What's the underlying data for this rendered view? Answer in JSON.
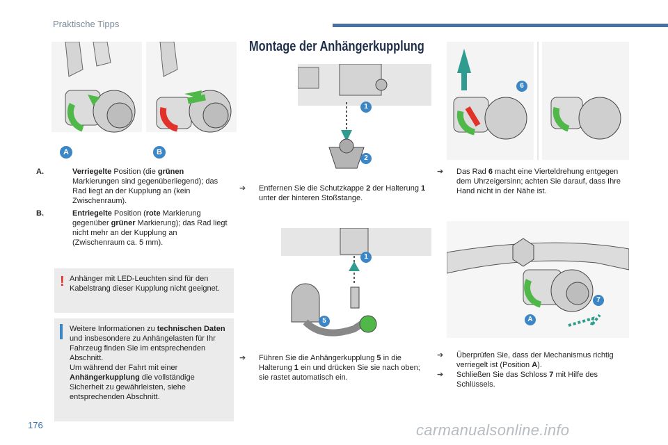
{
  "header": {
    "section": "Praktische Tipps"
  },
  "page_number": "176",
  "watermark": "carmanualsonline.info",
  "title": "Montage der Anhängerkupplung",
  "figures": {
    "A": "A",
    "B": "B",
    "n1": "1",
    "n2": "2",
    "n5": "5",
    "n6": "6",
    "n7": "7"
  },
  "legend": {
    "a_label": "A.",
    "a_bold": "Verriegelte",
    "a_text1": " Position (die ",
    "a_bold2": "grünen",
    "a_text2": " Markierungen sind gegenüberliegend); das Rad liegt an der Kupplung an (kein Zwischenraum).",
    "b_label": "B.",
    "b_bold": "Entriegelte",
    "b_text1": " Position (",
    "b_bold2": "rote",
    "b_text2": " Markierung gegenüber ",
    "b_bold3": "grüner",
    "b_text3": " Markierung); das Rad liegt nicht mehr an der Kupplung an (Zwischenraum ca. 5 mm)."
  },
  "warning": "Anhänger mit LED-Leuchten sind für den Kabelstrang dieser Kupplung nicht geeignet.",
  "info": {
    "t1": "Weitere Informationen zu ",
    "b1": "technischen Daten",
    "t2": " und insbesondere zu Anhängelasten für Ihr Fahrzeug finden Sie im entsprechenden Abschnitt.",
    "t3": "Um während der Fahrt mit einer ",
    "b2": "Anhängerkupplung",
    "t4": " die vollständige Sicherheit zu gewährleisten, siehe entsprechenden Abschnitt."
  },
  "steps": {
    "arrow": "",
    "s1_a": "Entfernen Sie die Schutzkappe ",
    "s1_b": "2",
    "s1_c": " der Halterung ",
    "s1_d": "1",
    "s1_e": " unter der hinteren Stoßstange.",
    "s2_a": "Führen Sie die Anhängerkupplung ",
    "s2_b": "5",
    "s2_c": " in die Halterung ",
    "s2_d": "1",
    "s2_e": " ein und drücken Sie sie nach oben; sie rastet automatisch ein.",
    "s3_a": "Das Rad ",
    "s3_b": "6",
    "s3_c": " macht eine Vierteldrehung entgegen dem Uhrzeigersinn; achten Sie darauf, dass Ihre Hand nicht in der Nähe ist.",
    "s4_a": "Überprüfen Sie, dass der Mechanismus richtig verriegelt ist (Position ",
    "s4_b": "A",
    "s4_c": ").",
    "s5_a": "Schließen Sie das Schloss ",
    "s5_b": "7",
    "s5_c": " mit Hilfe des Schlüssels."
  },
  "colors": {
    "accent": "#4a6fa5",
    "badge": "#3d86c6",
    "green": "#4fb848",
    "red": "#e0312a",
    "teal": "#2f9c8f",
    "warning": "#e0312a"
  }
}
